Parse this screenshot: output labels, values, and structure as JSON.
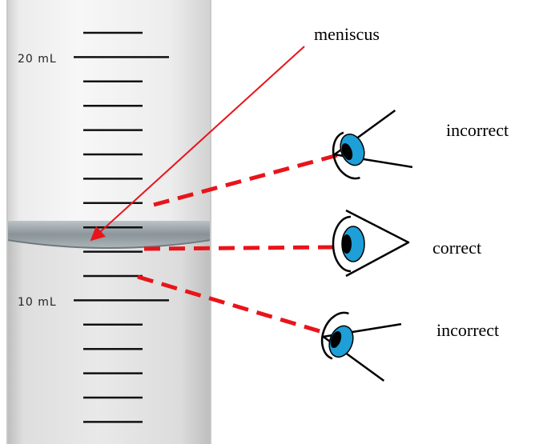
{
  "cylinder": {
    "scale_labels": {
      "upper": "20 mL",
      "lower": "10 mL"
    }
  },
  "annotations": {
    "meniscus": "meniscus",
    "incorrect_top": "incorrect",
    "correct": "correct",
    "incorrect_bottom": "incorrect"
  },
  "colors": {
    "pointer_arrow": "#e8141a",
    "sight_line": "#e8141a",
    "iris": "#1e9fd8",
    "pupil": "#000000",
    "liquid_top": "#8f989d",
    "tube_edge": "#d4d4d4"
  }
}
